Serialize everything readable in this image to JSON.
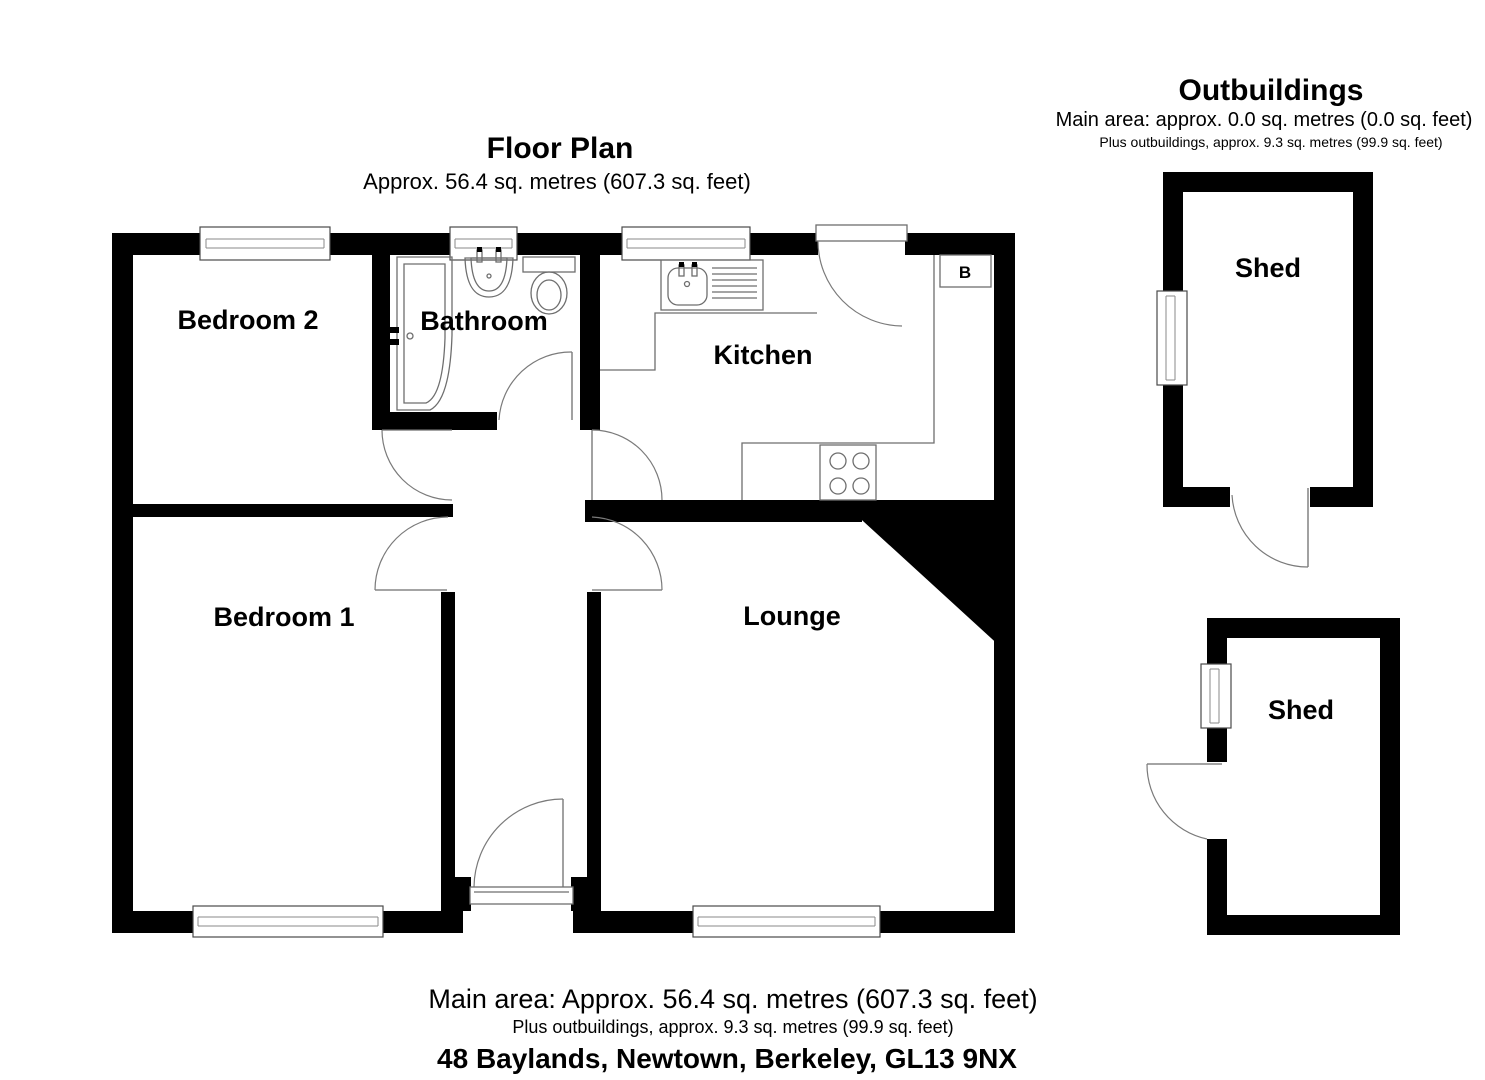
{
  "colors": {
    "wall": "#000000",
    "fixture_line": "#6e6e6e",
    "background": "#ffffff",
    "text": "#000000"
  },
  "floor_plan": {
    "title": "Floor Plan",
    "subtitle": "Approx. 56.4 sq. metres (607.3 sq. feet)",
    "rooms": {
      "bedroom2": "Bedroom 2",
      "bathroom": "Bathroom",
      "kitchen": "Kitchen",
      "bedroom1": "Bedroom 1",
      "lounge": "Lounge"
    },
    "boiler_label": "B"
  },
  "outbuildings": {
    "title": "Outbuildings",
    "main_area_line": "Main area: approx. 0.0 sq. metres (0.0 sq. feet)",
    "outbuildings_line": "Plus outbuildings, approx. 9.3 sq. metres (99.9 sq. feet)",
    "sheds": [
      {
        "label": "Shed"
      },
      {
        "label": "Shed"
      }
    ]
  },
  "footer": {
    "main_area_line": "Main area: Approx. 56.4 sq. metres (607.3 sq. feet)",
    "outbuildings_line": "Plus outbuildings, approx. 9.3 sq. metres (99.9 sq. feet)",
    "address": "48 Baylands, Newtown, Berkeley, GL13 9NX"
  }
}
